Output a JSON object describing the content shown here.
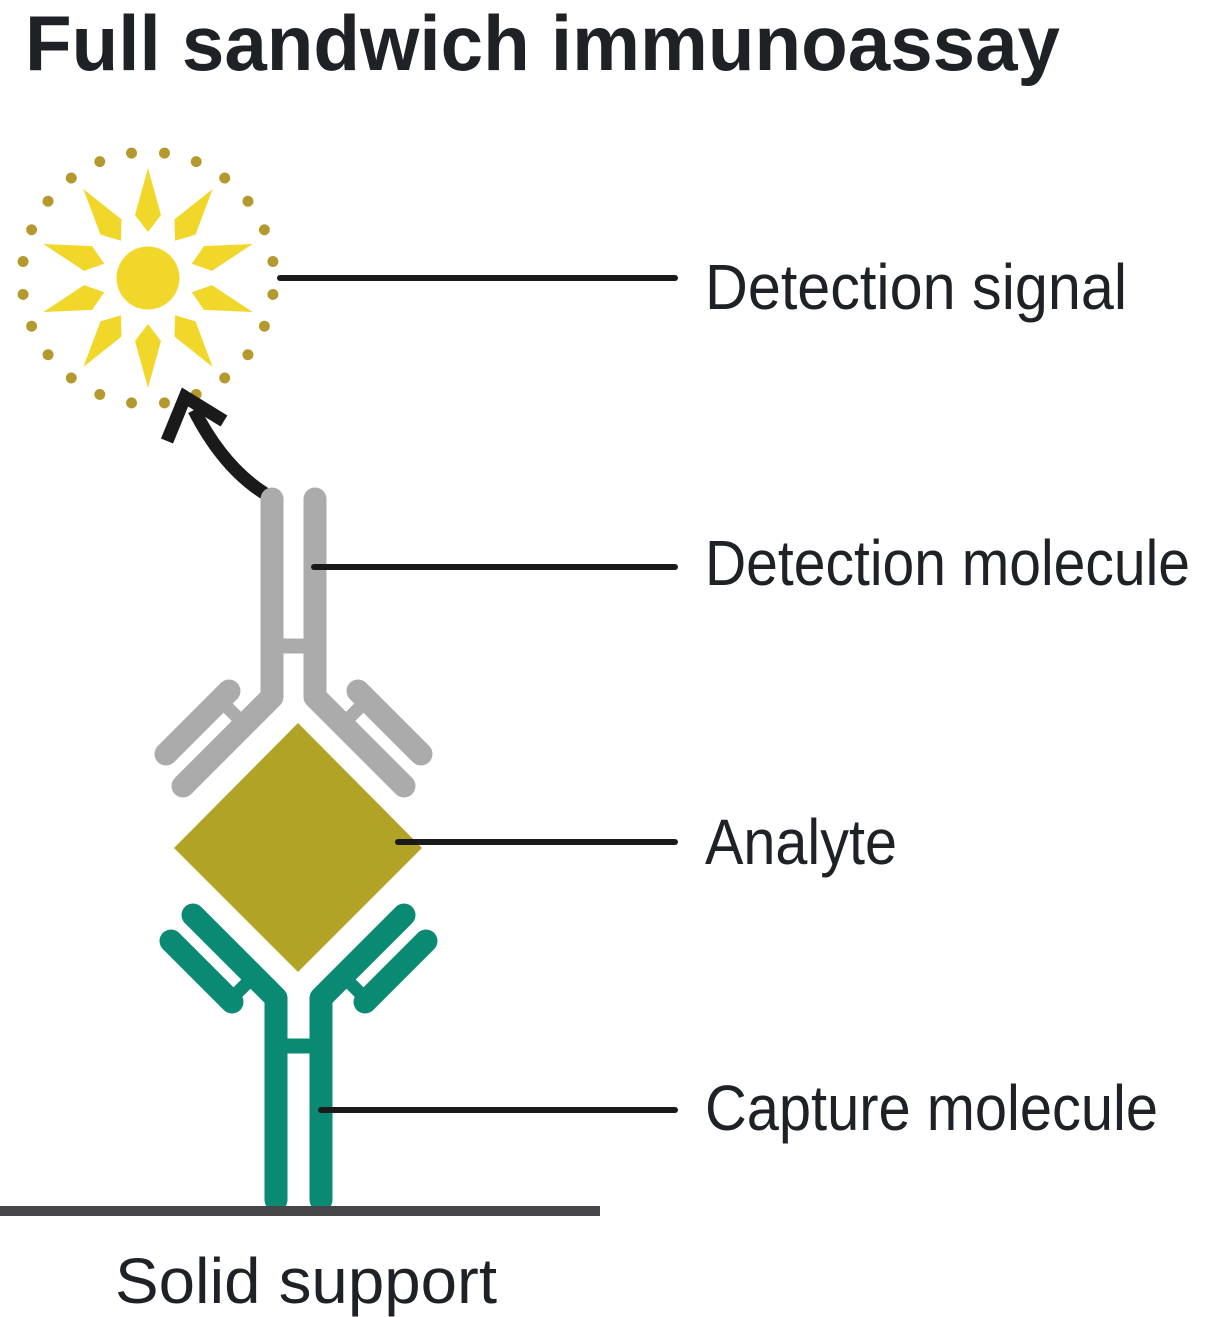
{
  "title": "Full sandwich immunoassay",
  "labels": {
    "detection_signal": "Detection signal",
    "detection_molecule": "Detection molecule",
    "analyte": "Analyte",
    "capture_molecule": "Capture molecule",
    "solid_support": "Solid support"
  },
  "icons": {
    "detection_signal": "sun-burst-icon",
    "detection_molecule": "antibody-inverted-y-icon",
    "analyte": "diamond-icon",
    "capture_molecule": "antibody-y-icon",
    "solid_support": "surface-line"
  },
  "colors": {
    "sun": "#f1d72a",
    "gold": "#b3992e",
    "olive": "#b1a325",
    "gray_ab": "#ababab",
    "teal_ab": "#0b8a73",
    "support": "#46464a",
    "line": "#1a1a1a",
    "ink": "#1e2126"
  }
}
